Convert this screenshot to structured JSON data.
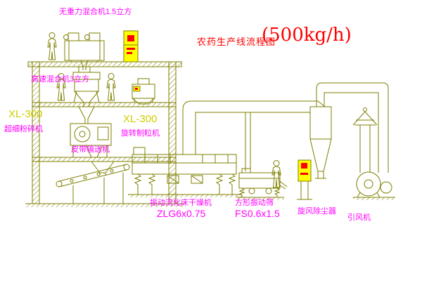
{
  "title": {
    "main": "农药生产线流程图",
    "capacity": "(500kg/h)"
  },
  "labels": {
    "mixer1": "无重力混合机1.5立方",
    "mixer2": "高速混合机3立方",
    "mill_model": "XL-300",
    "mill_name": "超细粉碎机",
    "granulator_model": "XL-300",
    "granulator_name": "旋转制粒机",
    "conveyor": "皮带输送机",
    "dryer_name": "振动流化床干燥机",
    "dryer_model": "ZLG6x0.75",
    "sieve_name": "方形振动筛",
    "sieve_model": "FS0.6x1.5",
    "cyclone": "旋风除尘器",
    "fan": "引风机"
  },
  "colors": {
    "line": "#7f7f00",
    "label": "#ff00ff",
    "title": "#ff0000",
    "model": "#cfcf00",
    "cabinet": "#ffff00",
    "indicator": "#ff0000",
    "background": "#ffffff"
  }
}
